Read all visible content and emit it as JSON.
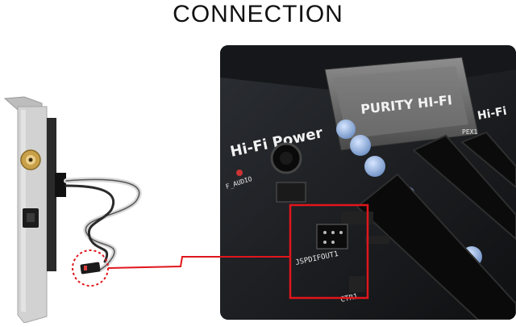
{
  "title": "CONNECTION",
  "board": {
    "hifi_power_label": "Hi-Fi Power",
    "chip_label": "PURITY HI-FI",
    "f_audio_label": "F_AUDIO",
    "connector_label": "JSPDIFOUT1",
    "ctr_label": "CTR1",
    "pex_label": "PEX1",
    "hifi_corner_label": "Hi-Fi"
  },
  "colors": {
    "highlight": "#e0161c",
    "pcb": "#1d1f22",
    "bracket": "#cfcfcf",
    "rca_gold": "#c8a04a"
  }
}
